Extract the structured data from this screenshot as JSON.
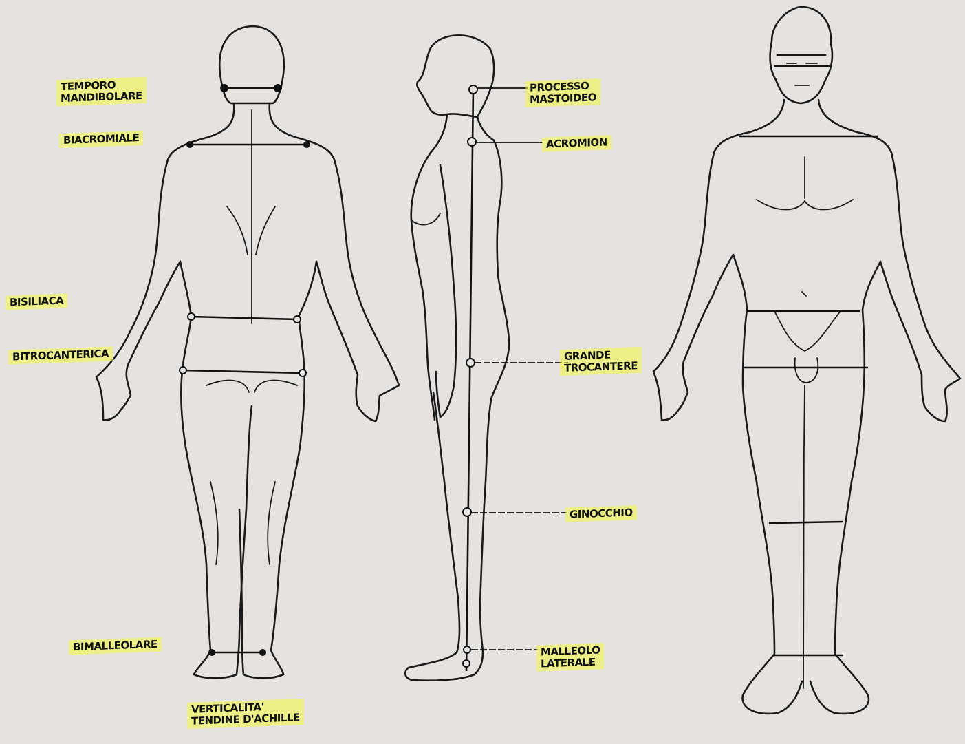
{
  "back_view": {
    "labels": {
      "temporo_mandibolare": [
        "TEMPORO",
        "MANDIBOLARE"
      ],
      "biacromiale": [
        "BIACROMIALE"
      ],
      "bisiliaca": [
        "BISILIACA"
      ],
      "bitrocanterica": [
        "BITROCANTERICA"
      ],
      "bimalleolare": [
        "BIMALLEOLARE"
      ],
      "verticalita": [
        "VERTICALITA'",
        "TENDINE D'ACHILLE"
      ]
    }
  },
  "side_view": {
    "labels": {
      "processo_mastoideo": [
        "PROCESSO",
        "MASTOIDEO"
      ],
      "acromion": [
        "ACROMION"
      ],
      "grande_trocantere": [
        "GRANDE",
        "TROCANTERE"
      ],
      "ginocchio": [
        "GINOCCHIO"
      ],
      "malleolo_laterale": [
        "MALLEOLO",
        "LATERALE"
      ]
    }
  },
  "colors": {
    "paper": "#e6e2df",
    "ink": "#1a1a1a",
    "highlighter": "#eefa3c"
  }
}
